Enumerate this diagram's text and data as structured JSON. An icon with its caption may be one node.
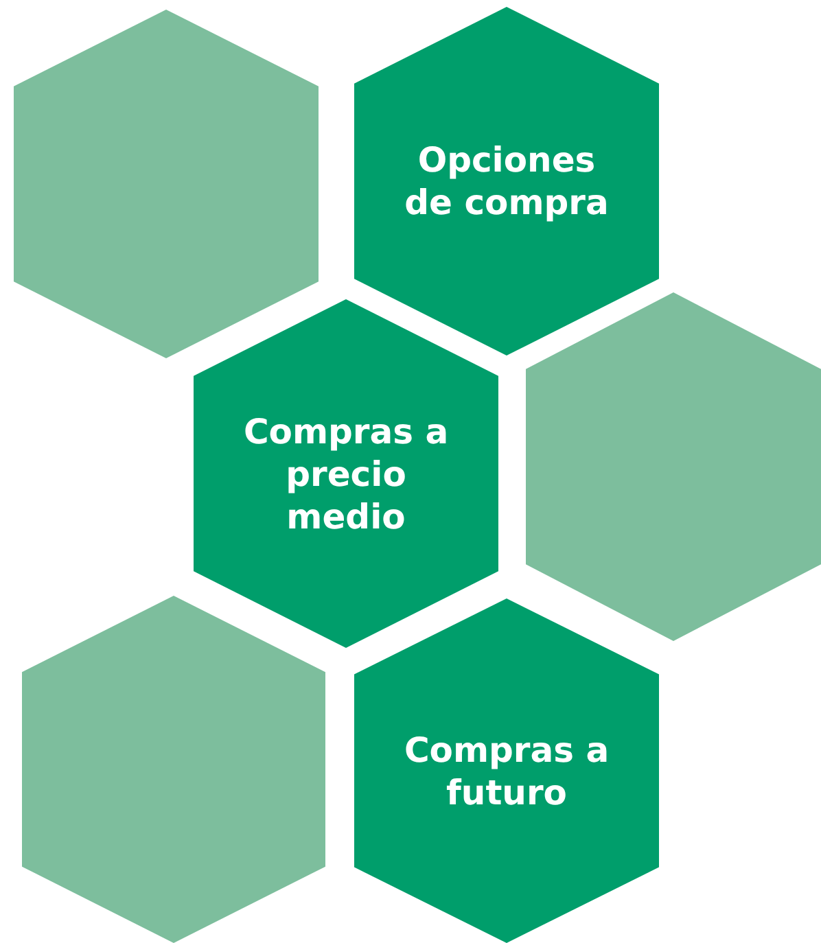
{
  "diagram": {
    "nodes": [
      {
        "text": [],
        "shape": "hexagon"
      },
      {
        "text": [
          "Opciones de compra"
        ]
      },
      {
        "text": [
          "Compras a precio medio"
        ]
      },
      {
        "text": [],
        "shape": "hexagon"
      },
      {
        "text": [],
        "shape": "hexagon"
      },
      {
        "text": [
          "Compras a futuro"
        ]
      }
    ]
  }
}
